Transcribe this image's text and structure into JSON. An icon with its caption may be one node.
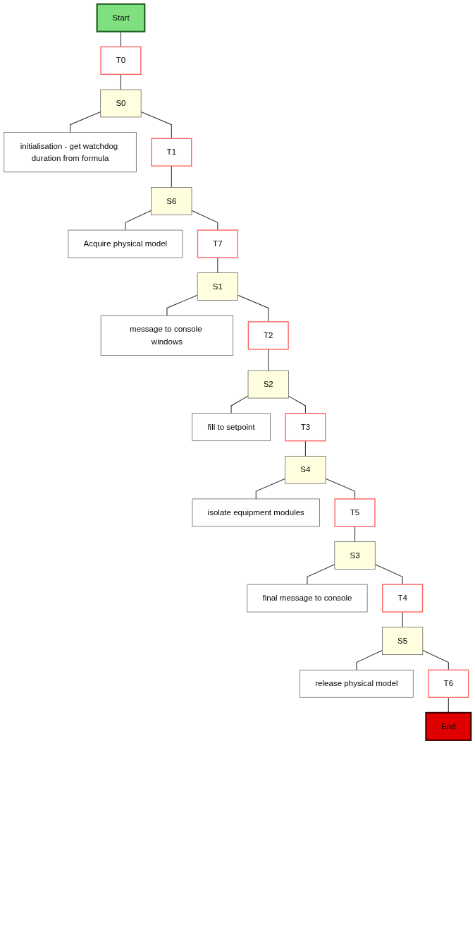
{
  "diagram": {
    "nodes": [
      {
        "text": [
          "Start"
        ]
      },
      {
        "text": [
          "T0"
        ]
      },
      {
        "text": [
          "S0"
        ]
      },
      {
        "text": [
          "initialisation - get watchdog duration from formula"
        ]
      },
      {
        "text": [
          "T1"
        ]
      },
      {
        "text": [
          "S6"
        ]
      },
      {
        "text": [
          "Acquire physical model"
        ]
      },
      {
        "text": [
          "T7"
        ]
      },
      {
        "text": [
          "S1"
        ]
      },
      {
        "text": [
          "message to console windows"
        ]
      },
      {
        "text": [
          "T2"
        ]
      },
      {
        "text": [
          "S2"
        ]
      },
      {
        "text": [
          "fill to setpoint"
        ]
      },
      {
        "text": [
          "T3"
        ]
      },
      {
        "text": [
          "S4"
        ]
      },
      {
        "text": [
          "isolate equipment modules"
        ]
      },
      {
        "text": [
          "T5"
        ]
      },
      {
        "text": [
          "S3"
        ]
      },
      {
        "text": [
          "final message to console"
        ]
      },
      {
        "text": [
          "T4"
        ]
      },
      {
        "text": [
          "S5"
        ]
      },
      {
        "text": [
          "release physical model"
        ]
      },
      {
        "text": [
          "T6"
        ]
      },
      {
        "text": [
          "End"
        ]
      }
    ],
    "edges": [
      {
        "from": 0,
        "to": 1,
        "arrow": "none"
      },
      {
        "from": 1,
        "to": 2,
        "arrow": "none"
      },
      {
        "from": 2,
        "to": 3,
        "arrow": "none"
      },
      {
        "from": 2,
        "to": 4,
        "arrow": "none"
      },
      {
        "from": 4,
        "to": 5,
        "arrow": "none"
      },
      {
        "from": 5,
        "to": 6,
        "arrow": "none"
      },
      {
        "from": 5,
        "to": 7,
        "arrow": "none"
      },
      {
        "from": 7,
        "to": 8,
        "arrow": "none"
      },
      {
        "from": 8,
        "to": 9,
        "arrow": "none"
      },
      {
        "from": 8,
        "to": 10,
        "arrow": "none"
      },
      {
        "from": 10,
        "to": 11,
        "arrow": "none"
      },
      {
        "from": 11,
        "to": 12,
        "arrow": "none"
      },
      {
        "from": 11,
        "to": 13,
        "arrow": "none"
      },
      {
        "from": 13,
        "to": 14,
        "arrow": "none"
      },
      {
        "from": 14,
        "to": 15,
        "arrow": "none"
      },
      {
        "from": 14,
        "to": 16,
        "arrow": "none"
      },
      {
        "from": 16,
        "to": 17,
        "arrow": "none"
      },
      {
        "from": 17,
        "to": 18,
        "arrow": "none"
      },
      {
        "from": 17,
        "to": 19,
        "arrow": "none"
      },
      {
        "from": 19,
        "to": 20,
        "arrow": "none"
      },
      {
        "from": 20,
        "to": 21,
        "arrow": "none"
      },
      {
        "from": 20,
        "to": 22,
        "arrow": "none"
      },
      {
        "from": 22,
        "to": 23,
        "arrow": "none"
      }
    ]
  }
}
